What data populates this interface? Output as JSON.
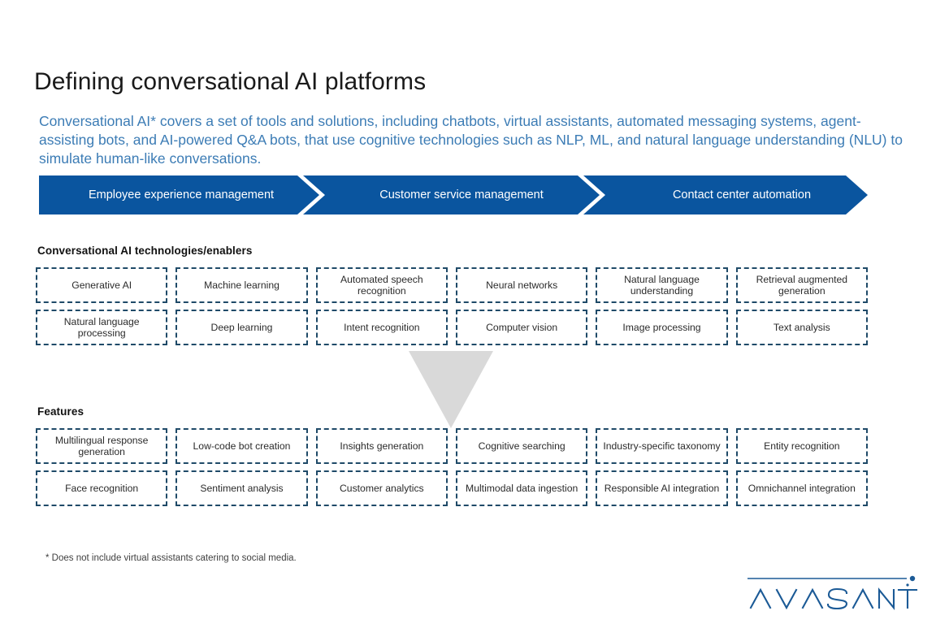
{
  "slide": {
    "title": "Defining conversational AI platforms",
    "subtitle": "Conversational AI* covers a set of tools and solutions, including chatbots, virtual assistants, automated messaging systems, agent-assisting bots, and AI-powered Q&A bots, that use cognitive technologies such as NLP, ML, and natural language understanding (NLU) to simulate human-like conversations.",
    "footnote": "* Does not include virtual assistants catering to social media."
  },
  "banner": {
    "steps": [
      {
        "label": "Employee experience management"
      },
      {
        "label": "Customer service management"
      },
      {
        "label": "Contact center automation"
      }
    ],
    "fill_color": "#0a559f",
    "text_color": "#ffffff"
  },
  "technologies": {
    "heading": "Conversational AI technologies/enablers",
    "items": [
      "Generative AI",
      "Machine learning",
      "Automated speech recognition",
      "Neural networks",
      "Natural language understanding",
      "Retrieval augmented generation",
      "Natural language processing",
      "Deep learning",
      "Intent recognition",
      "Computer vision",
      "Image processing",
      "Text analysis"
    ]
  },
  "features": {
    "heading": "Features",
    "items": [
      "Multilingual response generation",
      "Low-code bot creation",
      "Insights generation",
      "Cognitive searching",
      "Industry-specific taxonomy",
      "Entity recognition",
      "Face recognition",
      "Sentiment analysis",
      "Customer analytics",
      "Multimodal data ingestion",
      "Responsible AI integration",
      "Omnichannel integration"
    ]
  },
  "logo": {
    "name": "AVASANT",
    "color": "#1b5a96"
  },
  "colors": {
    "banner_blue": "#0a559f",
    "subtitle_blue": "#3c7cb5",
    "box_border": "#1f4a68",
    "funnel_gray": "#d9d9d9"
  }
}
